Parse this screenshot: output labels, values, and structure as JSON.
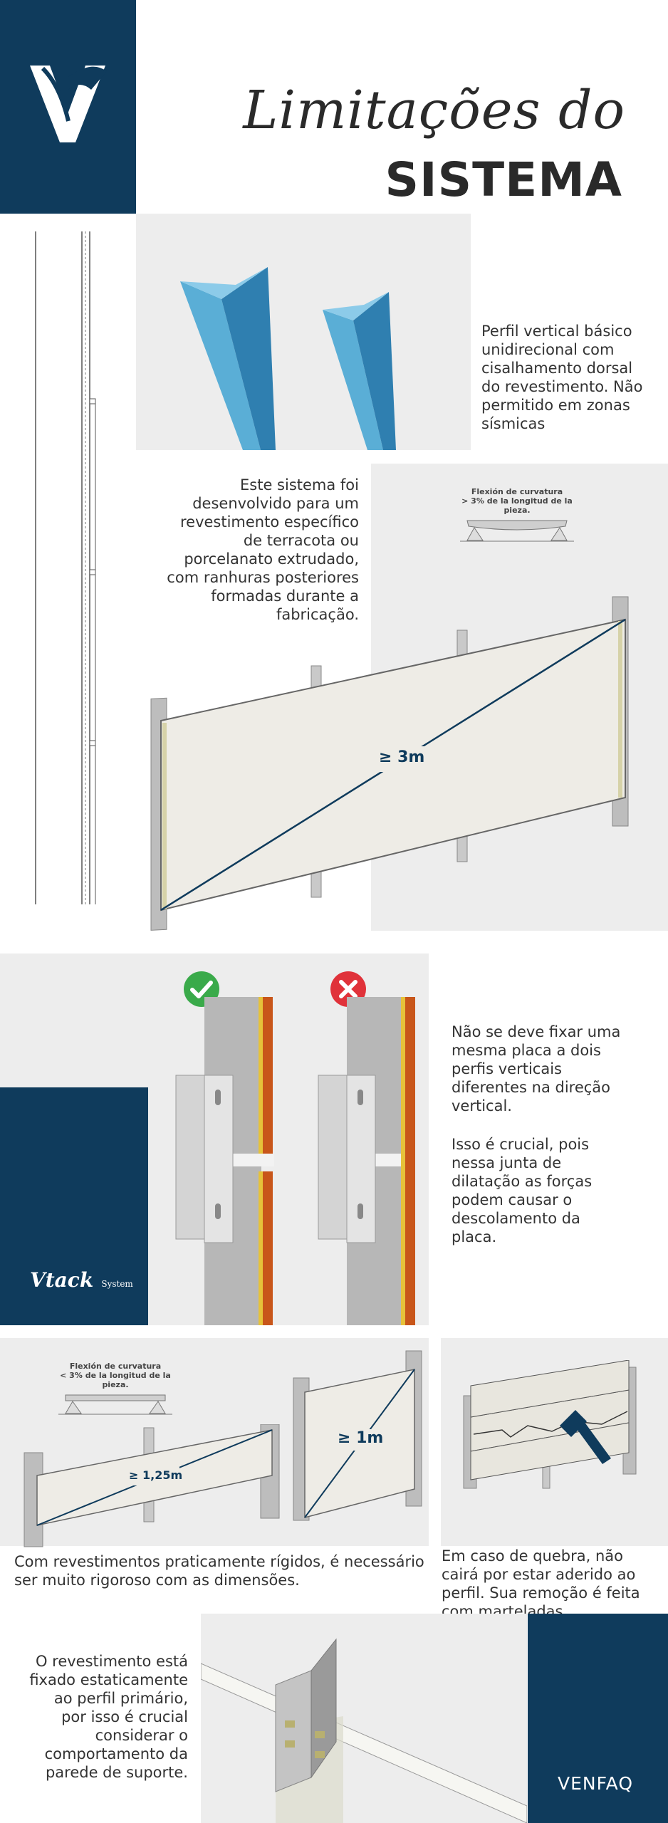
{
  "header": {
    "title_script": "Limitações do",
    "title_bold": "SISTEMA"
  },
  "sections": {
    "profile_text": "Perfil vertical básico unidirecional com cisalhamento dorsal do revestimento. Não permitido em zonas sísmicas",
    "system_text": "Este sistema foi desenvolvido para um revestimento específico de terracota ou porcelanato extrudado, com ranhuras posteriores formadas durante a fabricação.",
    "flexion_top": "Flexión de curvatura",
    "flexion_top_sub": "> 3% de la longitud de la pieza.",
    "diag_3m": "≥ 3m",
    "fix_text_1": "Não se deve fixar uma mesma placa a dois perfis verticais diferentes na direção vertical.",
    "fix_text_2": "Isso é crucial, pois nessa junta de dilatação as forças podem causar o descolamento da placa.",
    "vtack_brand": "Vtack",
    "vtack_sub": "System",
    "flexion_bottom": "Flexión de curvatura",
    "flexion_bottom_sub": "< 3% de la longitud de la pieza.",
    "diag_125m": "≥ 1,25m",
    "diag_1m": "≥ 1m",
    "rigid_text": "Com revestimentos praticamente rígidos, é necessário ser muito rigoroso com as dimensões.",
    "break_text": "Em caso de quebra, não cairá por estar aderido ao perfil. Sua remoção é feita com marteladas.",
    "static_text": "O revestimento está fixado estaticamente ao perfil primário, por isso é crucial considerar o comportamento da parede de suporte.",
    "footer_brand": "VENFAQ"
  },
  "colors": {
    "navy": "#0f3b5c",
    "profile_blue": "#3f8fc0",
    "check_green": "#3aaa4a",
    "cross_red": "#e0323a",
    "tile_orange": "#c8561a"
  },
  "icons": [
    "logo-icon",
    "check-icon",
    "cross-icon",
    "hammer-icon"
  ]
}
